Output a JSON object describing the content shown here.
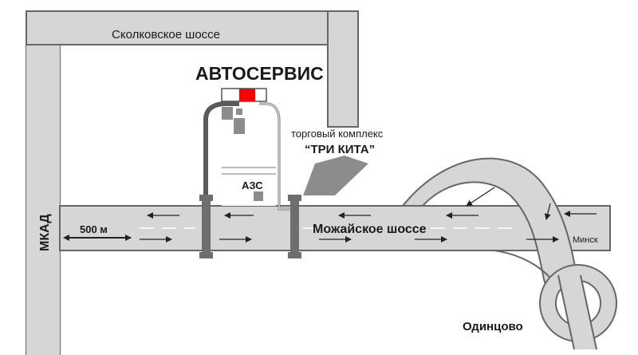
{
  "title": "АВТОСЕРВИС",
  "roads": {
    "skolkovo": "Сколковское шоссе",
    "mozhaisk": "Можайское шоссе",
    "mkad": "МКАД",
    "minsk": "Минск",
    "odintsovo": "Одинцово"
  },
  "places": {
    "mall_line1": "торговый комплекс",
    "mall_line2": "“ТРИ КИТА”",
    "gas_station": "АЗС"
  },
  "scale": "500 м",
  "colors": {
    "road_fill": "#d6d6d6",
    "road_edge": "#6b6b6b",
    "building": "#8c8c8c",
    "gate": "#6e6e6e",
    "accent": "#ff0000"
  }
}
